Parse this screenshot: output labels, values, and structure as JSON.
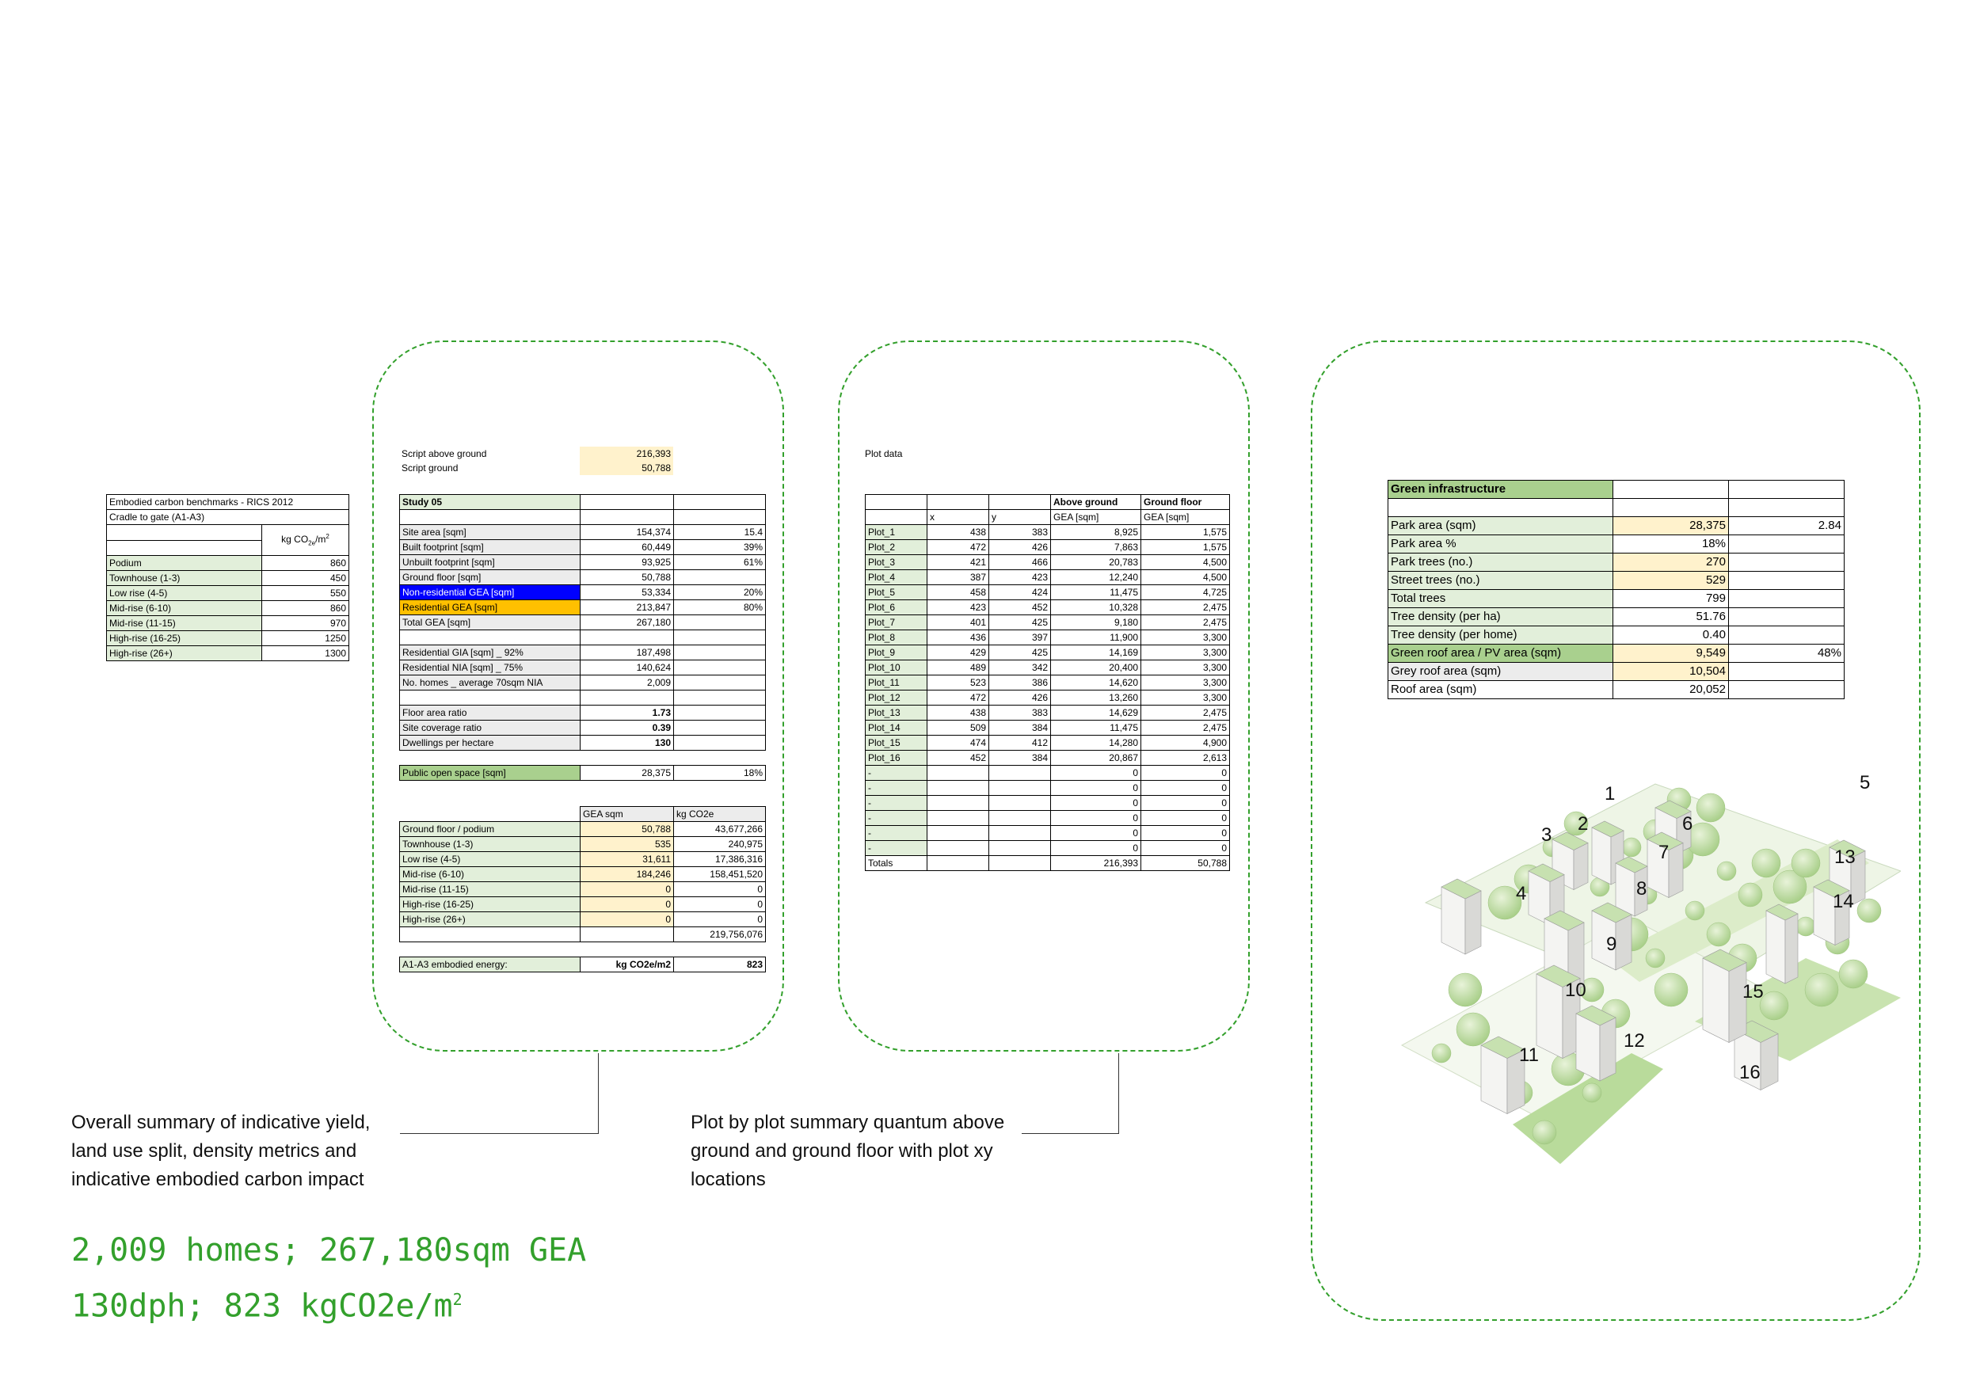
{
  "benchmarks": {
    "title": "Embodied carbon benchmarks - RICS 2012",
    "subtitle": "Cradle to gate (A1-A3)",
    "unit_prefix": "kg CO",
    "unit_sub": "2e",
    "unit_suffix": "/m",
    "unit_sup": "2",
    "rows": [
      {
        "label": "Podium",
        "value": "860"
      },
      {
        "label": "Townhouse (1-3)",
        "value": "450"
      },
      {
        "label": "Low rise (4-5)",
        "value": "550"
      },
      {
        "label": "Mid-rise (6-10)",
        "value": "860"
      },
      {
        "label": "Mid-rise (11-15)",
        "value": "970"
      },
      {
        "label": "High-rise (16-25)",
        "value": "1250"
      },
      {
        "label": "High-rise (26+)",
        "value": "1300"
      }
    ]
  },
  "script": {
    "above_label": "Script above ground",
    "above_value": "216,393",
    "ground_label": "Script ground",
    "ground_value": "50,788"
  },
  "study": {
    "title": "Study 05",
    "site_area": {
      "label": "Site area [sqm]",
      "value": "154,374",
      "extra": "15.4"
    },
    "built": {
      "label": "Built footprint [sqm]",
      "value": "60,449",
      "extra": "39%"
    },
    "unbuilt": {
      "label": "Unbuilt footprint [sqm]",
      "value": "93,925",
      "extra": "61%"
    },
    "ground_floor": {
      "label": "Ground floor [sqm]",
      "value": "50,788"
    },
    "nonres": {
      "label": "Non-residential GEA [sqm]",
      "value": "53,334",
      "extra": "20%"
    },
    "res": {
      "label": "Residential GEA [sqm]",
      "value": "213,847",
      "extra": "80%"
    },
    "total": {
      "label": "Total GEA [sqm]",
      "value": "267,180"
    },
    "gia": {
      "label": "Residential GIA [sqm] _ 92%",
      "value": "187,498"
    },
    "nia": {
      "label": "Residential NIA [sqm] _ 75%",
      "value": "140,624"
    },
    "homes": {
      "label": "No. homes _ average 70sqm NIA",
      "value": "2,009"
    },
    "far": {
      "label": "Floor area ratio",
      "value": "1.73"
    },
    "scr": {
      "label": "Site coverage ratio",
      "value": "0.39"
    },
    "dph": {
      "label": "Dwellings per hectare",
      "value": "130"
    },
    "pos": {
      "label": "Public open space [sqm]",
      "value": "28,375",
      "extra": "18%"
    }
  },
  "carbon": {
    "h1": "GEA sqm",
    "h2": "kg CO2e",
    "rows": [
      {
        "label": "Ground floor / podium",
        "gea": "50,788",
        "co2": "43,677,266"
      },
      {
        "label": "Townhouse (1-3)",
        "gea": "535",
        "co2": "240,975"
      },
      {
        "label": "Low rise (4-5)",
        "gea": "31,611",
        "co2": "17,386,316"
      },
      {
        "label": "Mid-rise (6-10)",
        "gea": "184,246",
        "co2": "158,451,520"
      },
      {
        "label": "Mid-rise (11-15)",
        "gea": "0",
        "co2": "0"
      },
      {
        "label": "High-rise (16-25)",
        "gea": "0",
        "co2": "0"
      },
      {
        "label": "High-rise (26+)",
        "gea": "0",
        "co2": "0"
      }
    ],
    "total": "219,756,076",
    "energy_label": "A1-A3 embodied energy:",
    "energy_unit": "kg CO2e/m2",
    "energy_value": "823"
  },
  "plots": {
    "title": "Plot data",
    "h_above": "Above ground",
    "h_ground": "Ground floor",
    "h_x": "x",
    "h_y": "y",
    "h_gea1": "GEA [sqm]",
    "h_gea2": "GEA [sqm]",
    "rows": [
      {
        "name": "Plot_1",
        "x": "438",
        "y": "383",
        "above": "8,925",
        "ground": "1,575"
      },
      {
        "name": "Plot_2",
        "x": "472",
        "y": "426",
        "above": "7,863",
        "ground": "1,575"
      },
      {
        "name": "Plot_3",
        "x": "421",
        "y": "466",
        "above": "20,783",
        "ground": "4,500"
      },
      {
        "name": "Plot_4",
        "x": "387",
        "y": "423",
        "above": "12,240",
        "ground": "4,500"
      },
      {
        "name": "Plot_5",
        "x": "458",
        "y": "424",
        "above": "11,475",
        "ground": "4,725"
      },
      {
        "name": "Plot_6",
        "x": "423",
        "y": "452",
        "above": "10,328",
        "ground": "2,475"
      },
      {
        "name": "Plot_7",
        "x": "401",
        "y": "425",
        "above": "9,180",
        "ground": "2,475"
      },
      {
        "name": "Plot_8",
        "x": "436",
        "y": "397",
        "above": "11,900",
        "ground": "3,300"
      },
      {
        "name": "Plot_9",
        "x": "429",
        "y": "425",
        "above": "14,169",
        "ground": "3,300"
      },
      {
        "name": "Plot_10",
        "x": "489",
        "y": "342",
        "above": "20,400",
        "ground": "3,300"
      },
      {
        "name": "Plot_11",
        "x": "523",
        "y": "386",
        "above": "14,620",
        "ground": "3,300"
      },
      {
        "name": "Plot_12",
        "x": "472",
        "y": "426",
        "above": "13,260",
        "ground": "3,300"
      },
      {
        "name": "Plot_13",
        "x": "438",
        "y": "383",
        "above": "14,629",
        "ground": "2,475"
      },
      {
        "name": "Plot_14",
        "x": "509",
        "y": "384",
        "above": "11,475",
        "ground": "2,475"
      },
      {
        "name": "Plot_15",
        "x": "474",
        "y": "412",
        "above": "14,280",
        "ground": "4,900"
      },
      {
        "name": "Plot_16",
        "x": "452",
        "y": "384",
        "above": "20,867",
        "ground": "2,613"
      },
      {
        "name": "-",
        "x": "",
        "y": "",
        "above": "0",
        "ground": "0"
      },
      {
        "name": "-",
        "x": "",
        "y": "",
        "above": "0",
        "ground": "0"
      },
      {
        "name": "-",
        "x": "",
        "y": "",
        "above": "0",
        "ground": "0"
      },
      {
        "name": "-",
        "x": "",
        "y": "",
        "above": "0",
        "ground": "0"
      },
      {
        "name": "-",
        "x": "",
        "y": "",
        "above": "0",
        "ground": "0"
      },
      {
        "name": "-",
        "x": "",
        "y": "",
        "above": "0",
        "ground": "0"
      }
    ],
    "totals": {
      "name": "Totals",
      "above": "216,393",
      "ground": "50,788"
    }
  },
  "green": {
    "title": "Green infrastructure",
    "rows": [
      {
        "label": "Park area (sqm)",
        "value": "28,375",
        "extra": "2.84",
        "lc": "lg",
        "vc": "yl"
      },
      {
        "label": "Park area %",
        "value": "18%",
        "extra": "",
        "lc": "lg",
        "vc": ""
      },
      {
        "label": "Park trees (no.)",
        "value": "270",
        "extra": "",
        "lc": "lg",
        "vc": "yl"
      },
      {
        "label": "Street trees (no.)",
        "value": "529",
        "extra": "",
        "lc": "lg",
        "vc": "yl"
      },
      {
        "label": "Total trees",
        "value": "799",
        "extra": "",
        "lc": "lg",
        "vc": ""
      },
      {
        "label": "Tree density (per ha)",
        "value": "51.76",
        "extra": "",
        "lc": "lg",
        "vc": ""
      },
      {
        "label": "Tree density (per home)",
        "value": "0.40",
        "extra": "",
        "lc": "lg",
        "vc": ""
      },
      {
        "label": "Green roof area / PV area (sqm)",
        "value": "9,549",
        "extra": "48%",
        "lc": "dg",
        "vc": "yl"
      },
      {
        "label": "Grey roof area (sqm)",
        "value": "10,504",
        "extra": "",
        "lc": "gr",
        "vc": "yl"
      },
      {
        "label": "Roof area (sqm)",
        "value": "20,052",
        "extra": "",
        "lc": "",
        "vc": ""
      }
    ]
  },
  "captions": {
    "left": "Overall summary of indicative yield, land use split, density metrics and indicative embodied carbon impact",
    "middle": "Plot by plot summary quantum above ground and ground floor with plot xy locations",
    "big_line1": "2,009 homes; 267,180sqm GEA",
    "big_line2_prefix": "130dph; 823 kgCO2e/m",
    "big_line2_sup": "2"
  },
  "plot_labels": [
    "1",
    "2",
    "3",
    "4",
    "5",
    "6",
    "7",
    "8",
    "9",
    "10",
    "11",
    "12",
    "13",
    "14",
    "15",
    "16"
  ],
  "colors": {
    "frame_green": "#33a02c",
    "light_green": "#e2efda",
    "light_yellow": "#fff2cc",
    "park_green": "#a9d08e"
  }
}
